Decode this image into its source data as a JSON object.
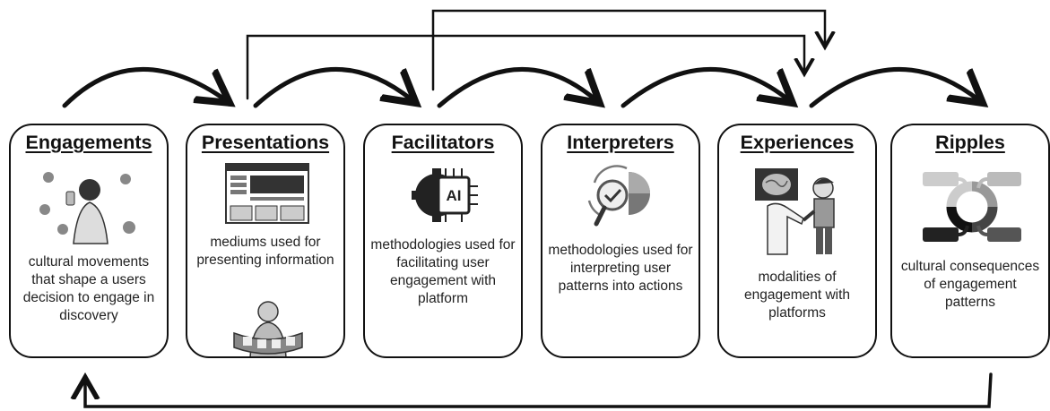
{
  "stages": [
    {
      "title": "Engagements",
      "desc": "cultural movements that shape a users decision to engage in discovery",
      "icon": "person-with-phone-and-social-icons"
    },
    {
      "title": "Presentations",
      "desc": "mediums used for presenting information",
      "icon": "website-wireframe-and-surround-screen-viewer"
    },
    {
      "title": "Facilitators",
      "desc": "methodologies used for facilitating user engagement with platform",
      "icon": "ai-chip-gear"
    },
    {
      "title": "Interpreters",
      "desc": "methodologies used for interpreting user patterns into actions",
      "icon": "analysis-magnifier-pie"
    },
    {
      "title": "Experiences",
      "desc": "modalities of engagement with platforms",
      "icon": "doctor-brain-scan-handshake"
    },
    {
      "title": "Ripples",
      "desc": "cultural consequences of engagement patterns",
      "icon": "circular-cycle-arrows"
    }
  ],
  "colors": {
    "ink": "#111111",
    "background": "#ffffff"
  }
}
